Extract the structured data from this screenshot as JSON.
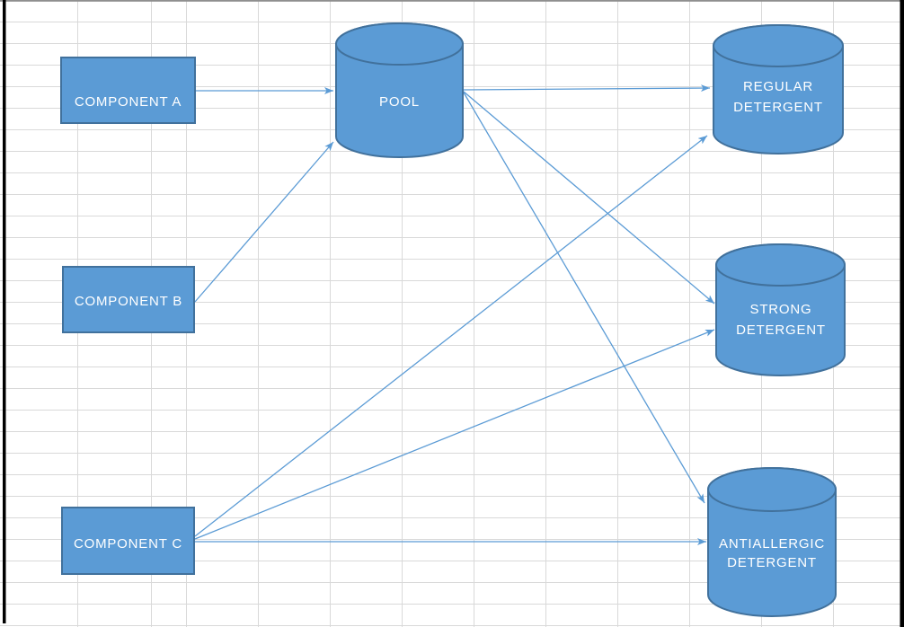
{
  "colors": {
    "shape_fill": "#5b9bd5",
    "shape_border": "#41719c",
    "connector": "#5b9bd5",
    "gridline": "#d9d9d9",
    "label_text": "#ffffff"
  },
  "background": {
    "type": "spreadsheet-grid"
  },
  "diagram": {
    "nodes": {
      "component_a": {
        "label": "COMPONENT A",
        "shape": "rectangle"
      },
      "component_b": {
        "label": "COMPONENT B",
        "shape": "rectangle"
      },
      "component_c": {
        "label": "COMPONENT C",
        "shape": "rectangle"
      },
      "pool": {
        "label": "POOL",
        "shape": "cylinder"
      },
      "regular": {
        "label": "REGULAR DETERGENT",
        "shape": "cylinder"
      },
      "strong": {
        "label": "STRONG DETERGENT",
        "shape": "cylinder"
      },
      "antiallergic": {
        "label": "ANTIALLERGIC DETERGENT",
        "shape": "cylinder"
      }
    },
    "edges": [
      {
        "from": "COMPONENT A",
        "to": "POOL"
      },
      {
        "from": "COMPONENT B",
        "to": "POOL"
      },
      {
        "from": "POOL",
        "to": "REGULAR DETERGENT"
      },
      {
        "from": "POOL",
        "to": "STRONG DETERGENT"
      },
      {
        "from": "POOL",
        "to": "ANTIALLERGIC DETERGENT"
      },
      {
        "from": "COMPONENT C",
        "to": "REGULAR DETERGENT"
      },
      {
        "from": "COMPONENT C",
        "to": "STRONG DETERGENT"
      },
      {
        "from": "COMPONENT C",
        "to": "ANTIALLERGIC DETERGENT"
      }
    ]
  }
}
